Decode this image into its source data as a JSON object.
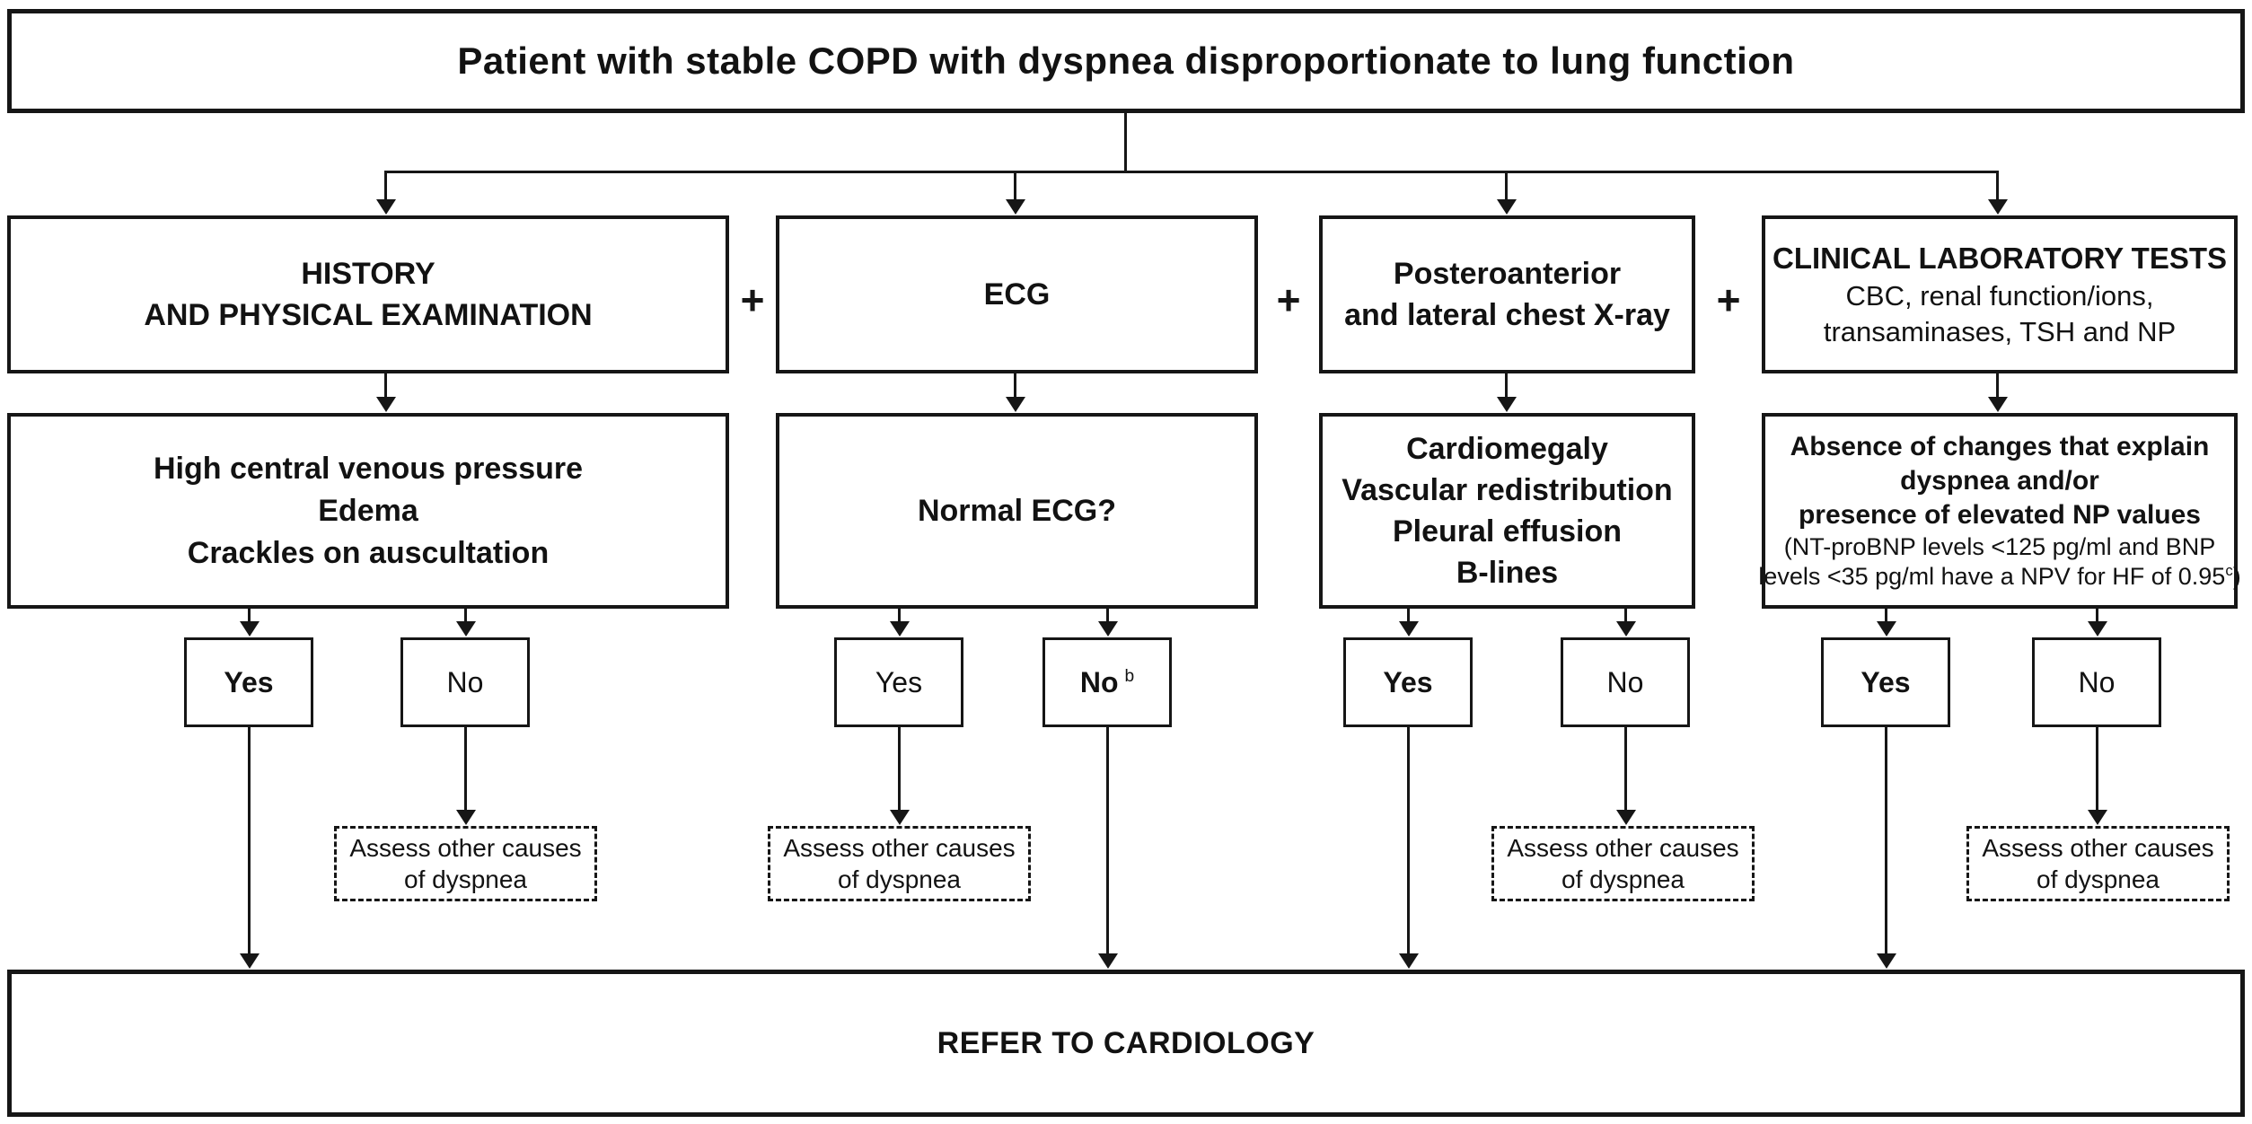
{
  "title": "Patient with stable COPD with dyspnea disproportionate to lung function",
  "plus_sign": "+",
  "columns": [
    {
      "name": "history-and-physical-examination",
      "test_lines": [
        "HISTORY",
        "AND PHYSICAL EXAMINATION"
      ],
      "findings_lines": [
        "High central venous pressure",
        "Edema",
        "Crackles on auscultation"
      ],
      "yes_label": "Yes",
      "no_label": "No"
    },
    {
      "name": "ecg",
      "test_lines": [
        "ECG"
      ],
      "findings_lines": [
        "Normal ECG?"
      ],
      "yes_label": "Yes",
      "no_label": "No",
      "no_superscript": "b"
    },
    {
      "name": "chest-x-ray",
      "test_lines": [
        "Posteroanterior",
        "and lateral chest X-ray"
      ],
      "findings_lines": [
        "Cardiomegaly",
        "Vascular redistribution",
        "Pleural effusion",
        "B-lines"
      ],
      "yes_label": "Yes",
      "no_label": "No"
    },
    {
      "name": "clinical-laboratory-tests",
      "test_heading": "CLINICAL LABORATORY TESTS",
      "test_sub_lines": [
        "CBC, renal function/ions,",
        "transaminases, TSH and NP"
      ],
      "findings_bold_lines": [
        "Absence of changes that explain",
        "dyspnea and/or",
        "presence of elevated NP values"
      ],
      "findings_note_line1": "(NT-proBNP levels <125 pg/ml and BNP",
      "findings_note_line2_text": "levels <35 pg/ml have a NPV for HF of 0.95",
      "findings_note_superscript": "c",
      "findings_note_close": ")",
      "yes_label": "Yes",
      "no_label": "No"
    }
  ],
  "assess_box": {
    "lines": [
      "Assess other causes",
      "of dyspnea"
    ]
  },
  "refer_label": "REFER TO CARDIOLOGY",
  "colors": {
    "ink": "#161616",
    "background": "#ffffff"
  }
}
